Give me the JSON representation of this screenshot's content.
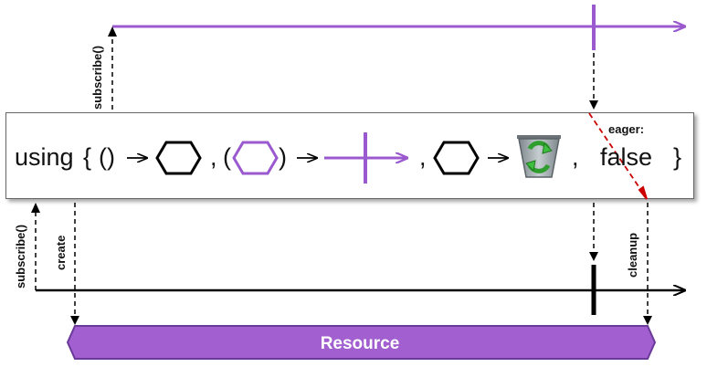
{
  "operator": {
    "keyword": "using",
    "open_brace": "{",
    "paren_empty": "()",
    "arrow": "→",
    "comma": ",",
    "open_paren": "(",
    "close_paren": ")",
    "eager_label": "eager:",
    "eager_value": "false",
    "close_brace": "}"
  },
  "labels": {
    "subscribe_top": "subscribe()",
    "subscribe_bottom": "subscribe()",
    "create": "create",
    "cleanup": "cleanup"
  },
  "resource": {
    "label": "Resource"
  },
  "colors": {
    "purple": "#9b59d0",
    "resource_fill": "#a25fd0",
    "resource_stroke": "#6a3a99",
    "red_dashed": "#cc0000",
    "black": "#000000",
    "recycle_green": "#3fbf3f",
    "bin_gray": "#9aa3a8"
  },
  "icons": [
    "hexagon-icon",
    "recycle-bin-icon"
  ]
}
